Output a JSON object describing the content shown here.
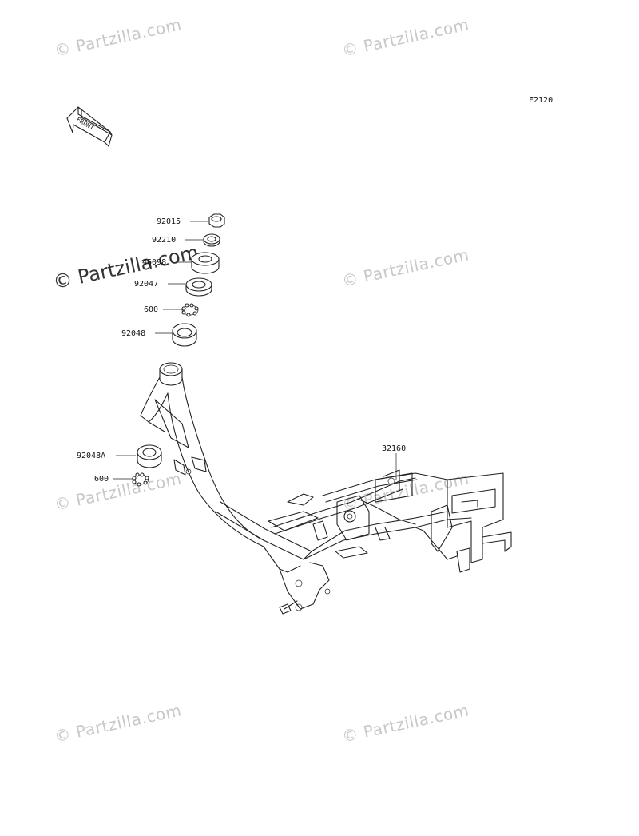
{
  "figure_code": "F2120",
  "front_arrow_text": "FRONT",
  "watermark": {
    "text": "© Partzilla.com",
    "highlighted_text": "© Partzilla.com"
  },
  "callouts": [
    {
      "part_number": "92015"
    },
    {
      "part_number": "92210"
    },
    {
      "part_number": "46098"
    },
    {
      "part_number": "92047"
    },
    {
      "part_number": "600"
    },
    {
      "part_number": "92048"
    },
    {
      "part_number": "92048A"
    },
    {
      "part_number": "600"
    },
    {
      "part_number": "32160"
    }
  ]
}
